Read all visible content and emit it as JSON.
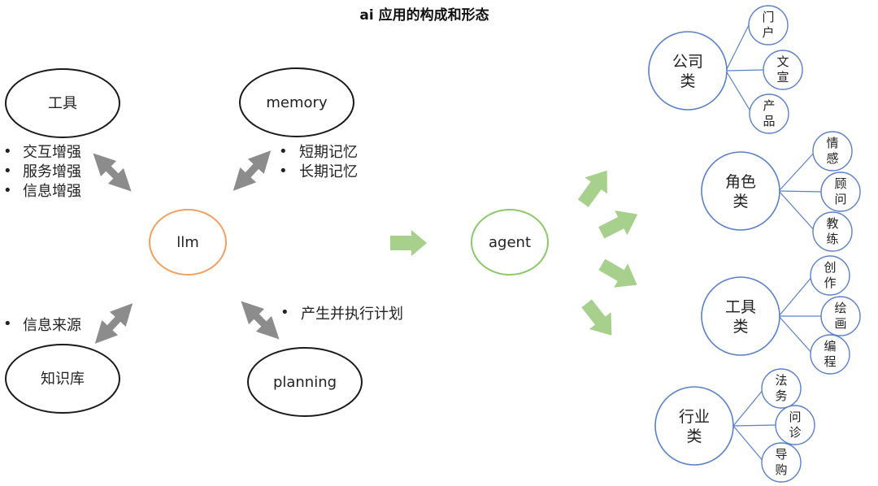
{
  "title": "ai 应用的构成和形态",
  "nodes": {
    "tools": "工具",
    "memory": "memory",
    "llm": "llm",
    "knowledge": "知识库",
    "planning": "planning",
    "agent": "agent"
  },
  "bullets": {
    "tools": [
      "交互增强",
      "服务增强",
      "信息增强"
    ],
    "memory": [
      "短期记忆",
      "长期记忆"
    ],
    "knowledge": [
      "信息来源"
    ],
    "planning": [
      "产生并执行计划"
    ]
  },
  "categories": [
    {
      "label": [
        "公司",
        "类"
      ],
      "children": [
        [
          "门",
          "户"
        ],
        [
          "文",
          "宣"
        ],
        [
          "产",
          "品"
        ]
      ]
    },
    {
      "label": [
        "角色",
        "类"
      ],
      "children": [
        [
          "情",
          "感"
        ],
        [
          "顾",
          "问"
        ],
        [
          "教",
          "练"
        ]
      ]
    },
    {
      "label": [
        "工具",
        "类"
      ],
      "children": [
        [
          "创",
          "作"
        ],
        [
          "绘",
          "画"
        ],
        [
          "编",
          "程"
        ]
      ]
    },
    {
      "label": [
        "行业",
        "类"
      ],
      "children": [
        [
          "法",
          "务"
        ],
        [
          "问",
          "诊"
        ],
        [
          "导",
          "购"
        ]
      ]
    }
  ],
  "colors": {
    "black_outline": "#1a1a1a",
    "llm_outline": "#f0a060",
    "agent_outline": "#8cc86a",
    "green_arrow": "#a8d08d",
    "gray_arrow": "#8c8c8c",
    "blue_outline": "#5a80c8",
    "blue_line": "#5a80c8"
  }
}
